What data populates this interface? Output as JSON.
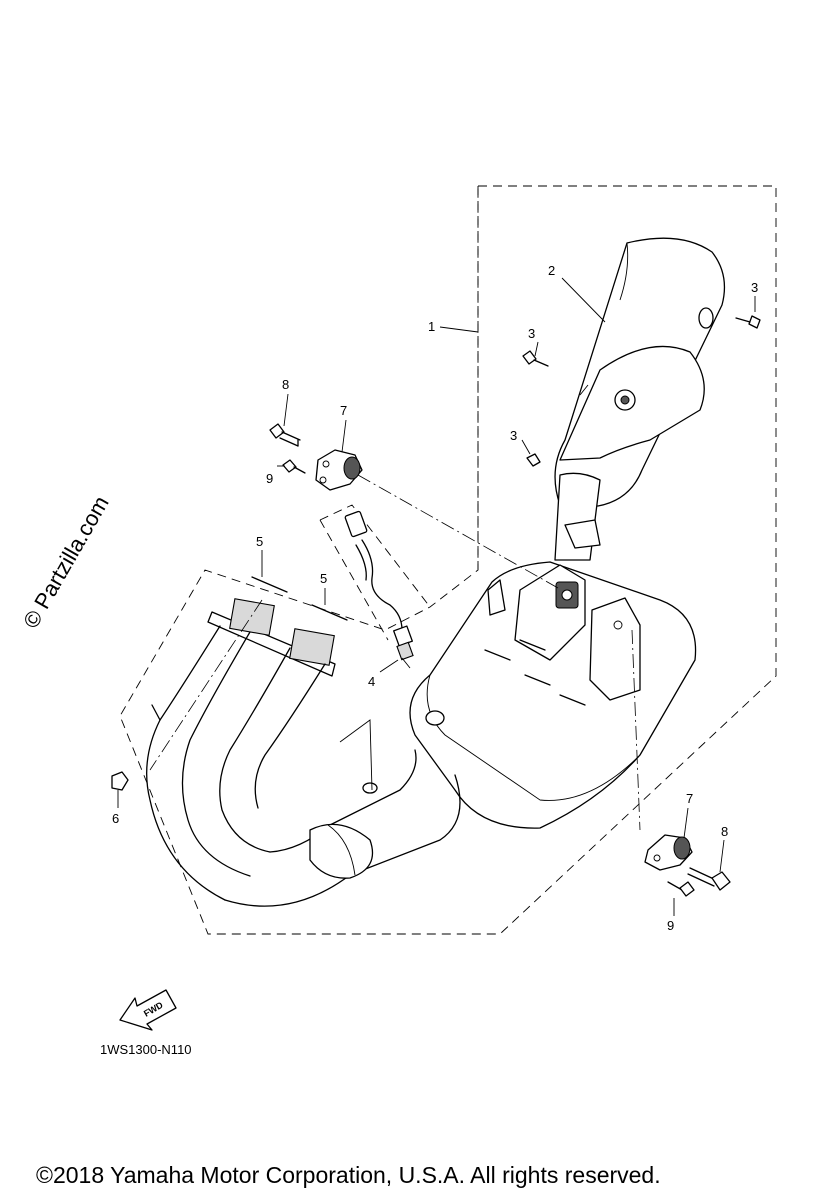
{
  "diagram": {
    "callouts": {
      "c1": "1",
      "c2": "2",
      "c3a": "3",
      "c3b": "3",
      "c3c": "3",
      "c4": "4",
      "c5a": "5",
      "c5b": "5",
      "c6": "6",
      "c7a": "7",
      "c7b": "7",
      "c8a": "8",
      "c8b": "8",
      "c9a": "9",
      "c9b": "9"
    },
    "fwd_label": "FWD",
    "drawing_code": "1WS1300-N110"
  },
  "watermark": "© Partzilla.com",
  "footer": {
    "copyright": "©2018 Yamaha Motor Corporation, U.S.A. All rights reserved."
  }
}
